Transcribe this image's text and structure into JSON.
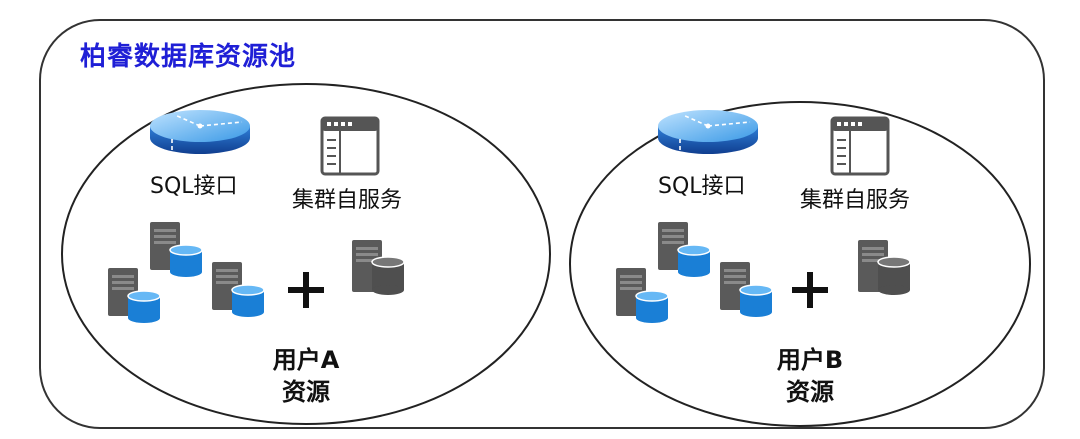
{
  "pool": {
    "title": "柏睿数据库资源池"
  },
  "tenants": [
    {
      "sql_label": "SQL接口",
      "cluster_label": "集群自服务",
      "user_label": "用户A",
      "resource_label": "资源",
      "plus": "+"
    },
    {
      "sql_label": "SQL接口",
      "cluster_label": "集群自服务",
      "user_label": "用户B",
      "resource_label": "资源",
      "plus": "+"
    }
  ],
  "colors": {
    "title": "#1f1fd6",
    "db_blue": "#1a7fd6",
    "server_gray": "#555555",
    "outline": "#333333"
  },
  "icons": [
    "database-icon",
    "window-icon",
    "server-db-icon",
    "plus-icon"
  ]
}
